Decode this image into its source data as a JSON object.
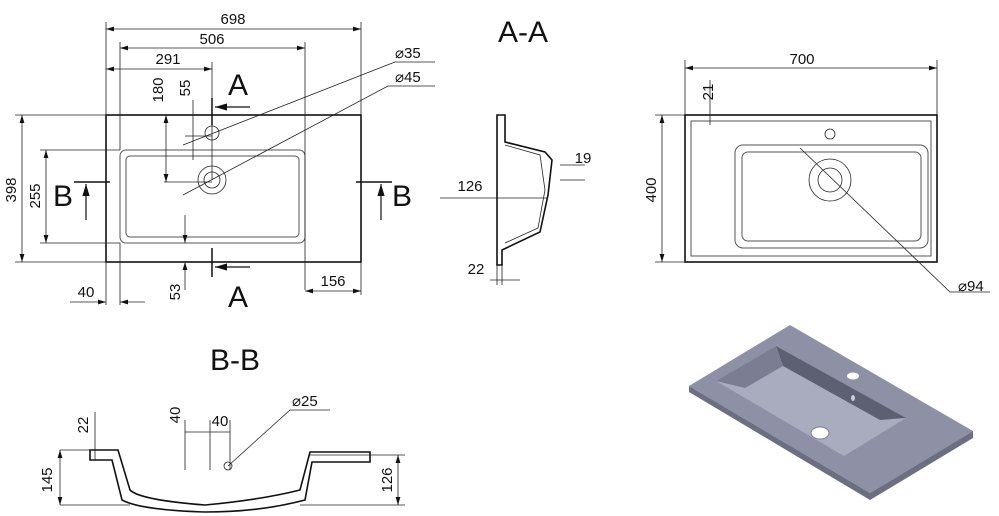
{
  "top_view": {
    "dims": {
      "overall_width": "698",
      "basin_width": "506",
      "tap_offset": "291",
      "drain_depth": "180",
      "tap_depth": "55",
      "overall_depth": "398",
      "basin_depth": "255",
      "left_margin": "40",
      "front_margin": "53",
      "right_margin": "156"
    },
    "holes": {
      "tap": "⌀35",
      "drain": "⌀45"
    },
    "section_marks": {
      "a_top": "A",
      "a_bottom": "A",
      "b_left": "B",
      "b_right": "B"
    }
  },
  "section_aa": {
    "title": "A-A",
    "dims": {
      "height": "126",
      "rim": "19",
      "thickness": "22"
    }
  },
  "right_view": {
    "dims": {
      "width": "700",
      "depth": "400",
      "edge": "21"
    },
    "drain": "⌀94"
  },
  "section_bb": {
    "title": "B-B",
    "dims": {
      "thickness": "22",
      "drain_depth": "40",
      "drain_offset": "40",
      "drain_dia": "⌀25",
      "left_height": "145",
      "right_height": "126"
    }
  },
  "colors": {
    "render_fill": "#8e91a6",
    "render_dark": "#5d6072",
    "line": "#111111"
  }
}
